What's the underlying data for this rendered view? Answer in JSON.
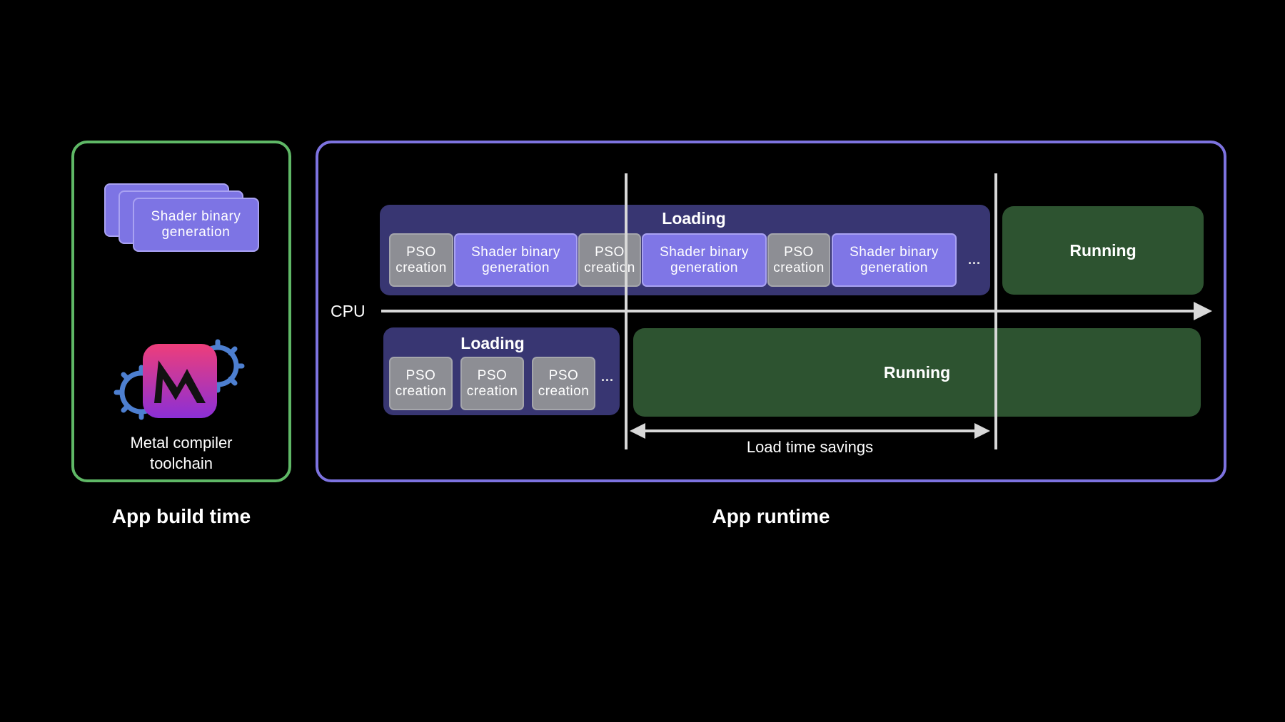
{
  "build_panel": {
    "stack_label": "Shader binary generation",
    "toolchain_label_line1": "Metal compiler",
    "toolchain_label_line2": "toolchain",
    "caption": "App build time",
    "icon": "metal-compiler-icon",
    "border_color": "#5fb866"
  },
  "runtime_panel": {
    "caption": "App runtime",
    "axis_label": "CPU",
    "border_color": "#7d73e0",
    "top_lane": {
      "title": "Loading",
      "items": [
        {
          "kind": "pso",
          "line1": "PSO",
          "line2": "creation"
        },
        {
          "kind": "shader",
          "line1": "Shader binary",
          "line2": "generation"
        },
        {
          "kind": "pso",
          "line1": "PSO",
          "line2": "creation"
        },
        {
          "kind": "shader",
          "line1": "Shader binary",
          "line2": "generation"
        },
        {
          "kind": "pso",
          "line1": "PSO",
          "line2": "creation"
        },
        {
          "kind": "shader",
          "line1": "Shader binary",
          "line2": "generation"
        }
      ],
      "ellipsis": "...",
      "running": "Running"
    },
    "bottom_lane": {
      "title": "Loading",
      "items": [
        {
          "kind": "pso",
          "line1": "PSO",
          "line2": "creation"
        },
        {
          "kind": "pso",
          "line1": "PSO",
          "line2": "creation"
        },
        {
          "kind": "pso",
          "line1": "PSO",
          "line2": "creation"
        }
      ],
      "ellipsis": "...",
      "running": "Running"
    },
    "savings_label": "Load time savings"
  },
  "colors": {
    "loading_lane": "#383672",
    "pso_box": "#8d8e94",
    "shader_box": "#7f76e6",
    "running": "#2d5330"
  }
}
